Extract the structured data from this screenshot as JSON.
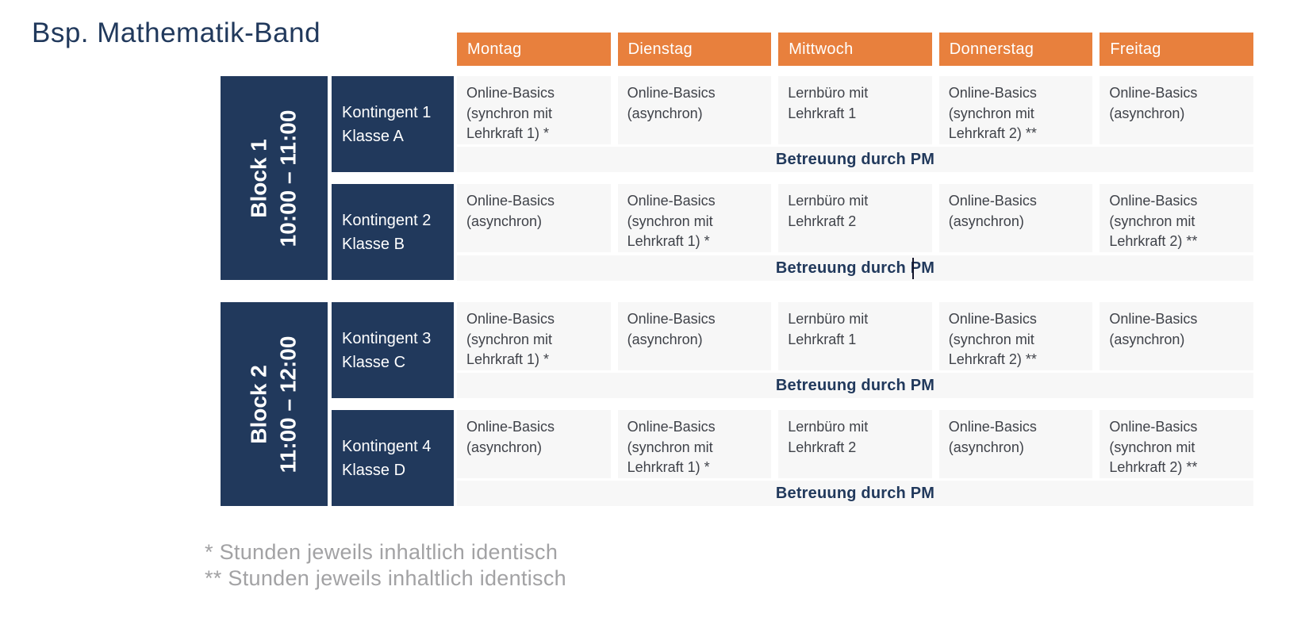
{
  "title": "Bsp. Mathematik-Band",
  "days": [
    "Montag",
    "Dienstag",
    "Mittwoch",
    "Donnerstag",
    "Freitag"
  ],
  "betreuung_label": "Betreuung durch PM",
  "footnotes": [
    "* Stunden jeweils inhaltlich identisch",
    "** Stunden jeweils inhaltlich identisch"
  ],
  "colors": {
    "navy": "#21395c",
    "orange": "#e8803d",
    "cell-bg": "#f7f7f7",
    "cell-text": "#3f4249",
    "note": "#a2a2a4"
  },
  "blocks": [
    {
      "label_line1": "Block 1",
      "label_line2": "10:00 – 11:00",
      "groups": [
        {
          "kontingent": "Kontingent 1",
          "klasse": "Klasse A",
          "cells": [
            "Online-Basics (synchron mit Lehrkraft 1) *",
            "Online-Basics (asynchron)",
            "Lernbüro mit Lehrkraft 1",
            "Online-Basics (synchron mit Lehrkraft 2) **",
            "Online-Basics (asynchron)"
          ]
        },
        {
          "kontingent": "Kontingent 2",
          "klasse": "Klasse B",
          "cells": [
            "Online-Basics (asynchron)",
            "Online-Basics (synchron mit Lehrkraft 1) *",
            "Lernbüro mit Lehrkraft 2",
            "Online-Basics (asynchron)",
            "Online-Basics (synchron mit Lehrkraft 2) **"
          ]
        }
      ]
    },
    {
      "label_line1": "Block 2",
      "label_line2": "11:00 – 12:00",
      "groups": [
        {
          "kontingent": "Kontingent 3",
          "klasse": "Klasse C",
          "cells": [
            "Online-Basics (synchron mit Lehrkraft 1) *",
            "Online-Basics (asynchron)",
            "Lernbüro mit Lehrkraft 1",
            "Online-Basics (synchron mit Lehrkraft 2) **",
            "Online-Basics (asynchron)"
          ]
        },
        {
          "kontingent": "Kontingent 4",
          "klasse": "Klasse D",
          "cells": [
            "Online-Basics (asynchron)",
            "Online-Basics (synchron mit Lehrkraft 1) *",
            "Lernbüro mit Lehrkraft 2",
            "Online-Basics (asynchron)",
            "Online-Basics (synchron mit Lehrkraft 2) **"
          ]
        }
      ]
    }
  ]
}
